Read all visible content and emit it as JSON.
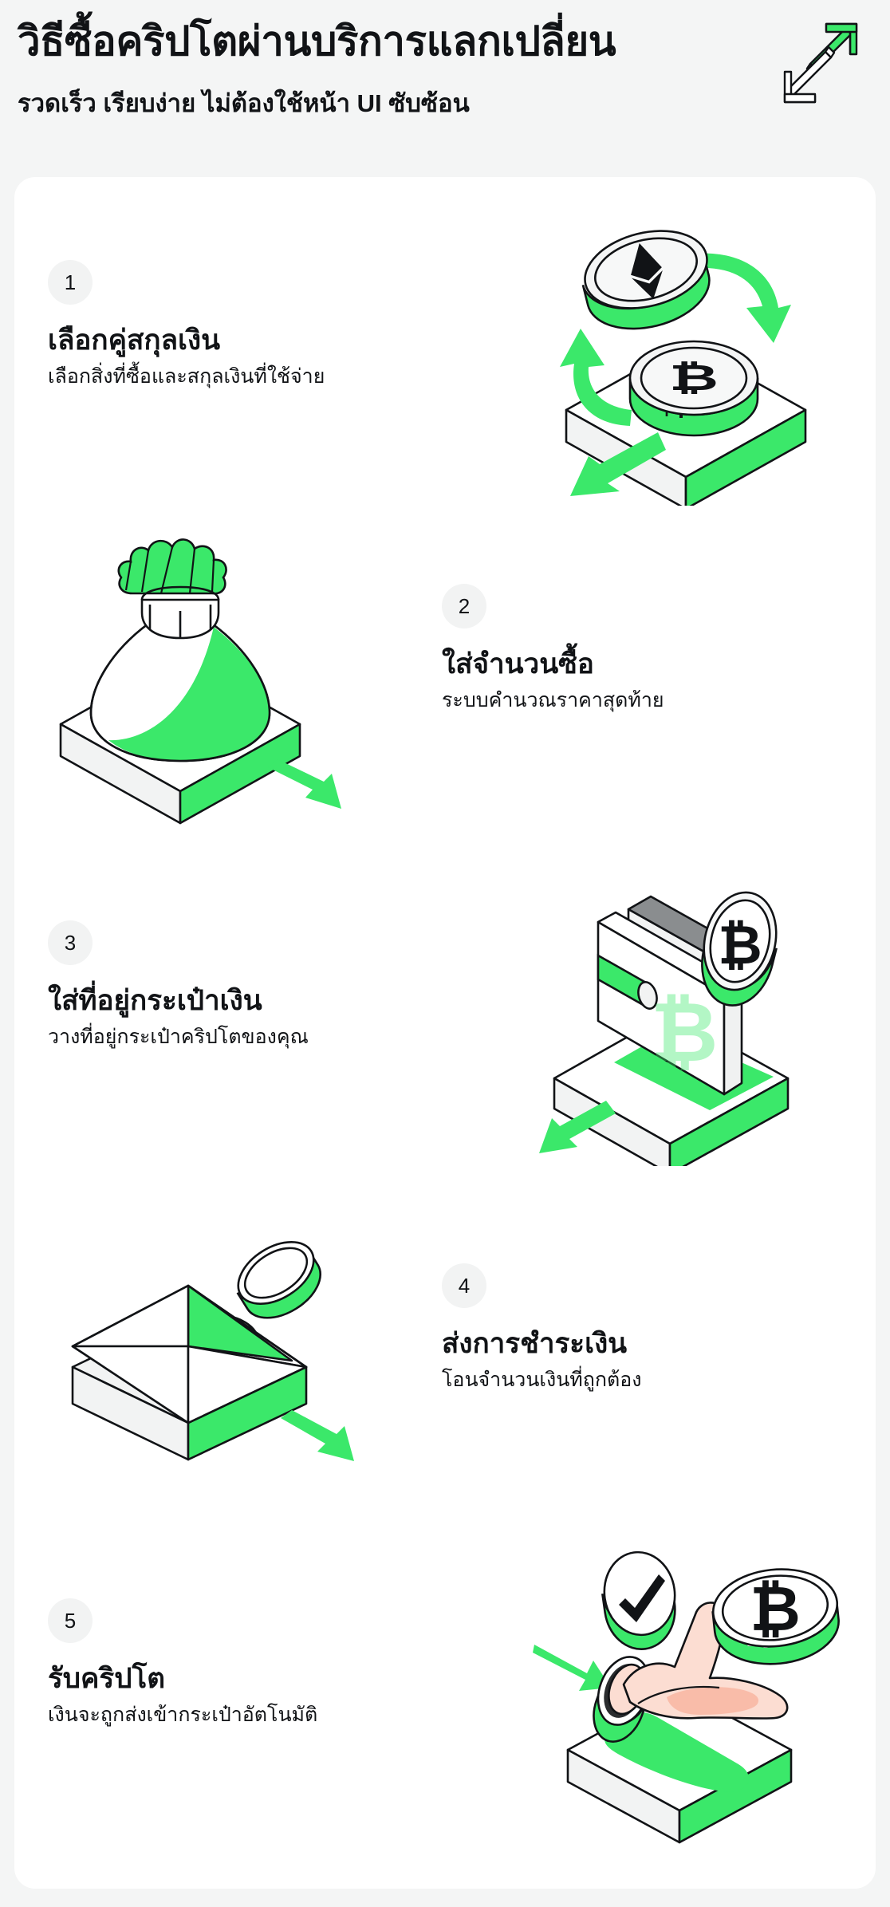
{
  "header": {
    "title": "วิธีซื้อคริปโตผ่านบริการแลกเปลี่ยน",
    "subtitle": "รวดเร็ว เรียบง่าย ไม่ต้องใช้หน้า UI ซับซ้อน",
    "icon": "exchange-arrows-icon"
  },
  "colors": {
    "accent_green": "#3BE86A",
    "page_background": "#F4F5F5",
    "card_background": "#FFFFFF",
    "text": "#111316",
    "badge_background": "#F2F3F3",
    "skin": "#FCDDD2",
    "skin_shadow": "#F9BCA9",
    "gray_fill": "#F2F3F3",
    "dark_gray": "#8A8D8F"
  },
  "steps": [
    {
      "number": "1",
      "title": "เลือกคู่สกุลเงิน",
      "description": "เลือกสิ่งที่ซื้อและสกุลเงินที่ใช้จ่าย",
      "illustration": "eth-btc-swap-coins-illustration",
      "text_side": "left"
    },
    {
      "number": "2",
      "title": "ใส่จำนวนซื้อ",
      "description": "ระบบคำนวณราคาสุดท้าย",
      "illustration": "money-bag-illustration",
      "text_side": "right"
    },
    {
      "number": "3",
      "title": "ใส่ที่อยู่กระเป๋าเงิน",
      "description": "วางที่อยู่กระเป๋าคริปโตของคุณ",
      "illustration": "wallet-with-bitcoin-illustration",
      "text_side": "left"
    },
    {
      "number": "4",
      "title": "ส่งการชำระเงิน",
      "description": "โอนจำนวนเงินที่ถูกต้อง",
      "illustration": "envelope-with-coin-illustration",
      "text_side": "right"
    },
    {
      "number": "5",
      "title": "รับคริปโต",
      "description": "เงินจะถูกส่งเข้ากระเป๋าอัตโนมัติ",
      "illustration": "hand-holding-bitcoin-check-illustration",
      "text_side": "left"
    }
  ]
}
